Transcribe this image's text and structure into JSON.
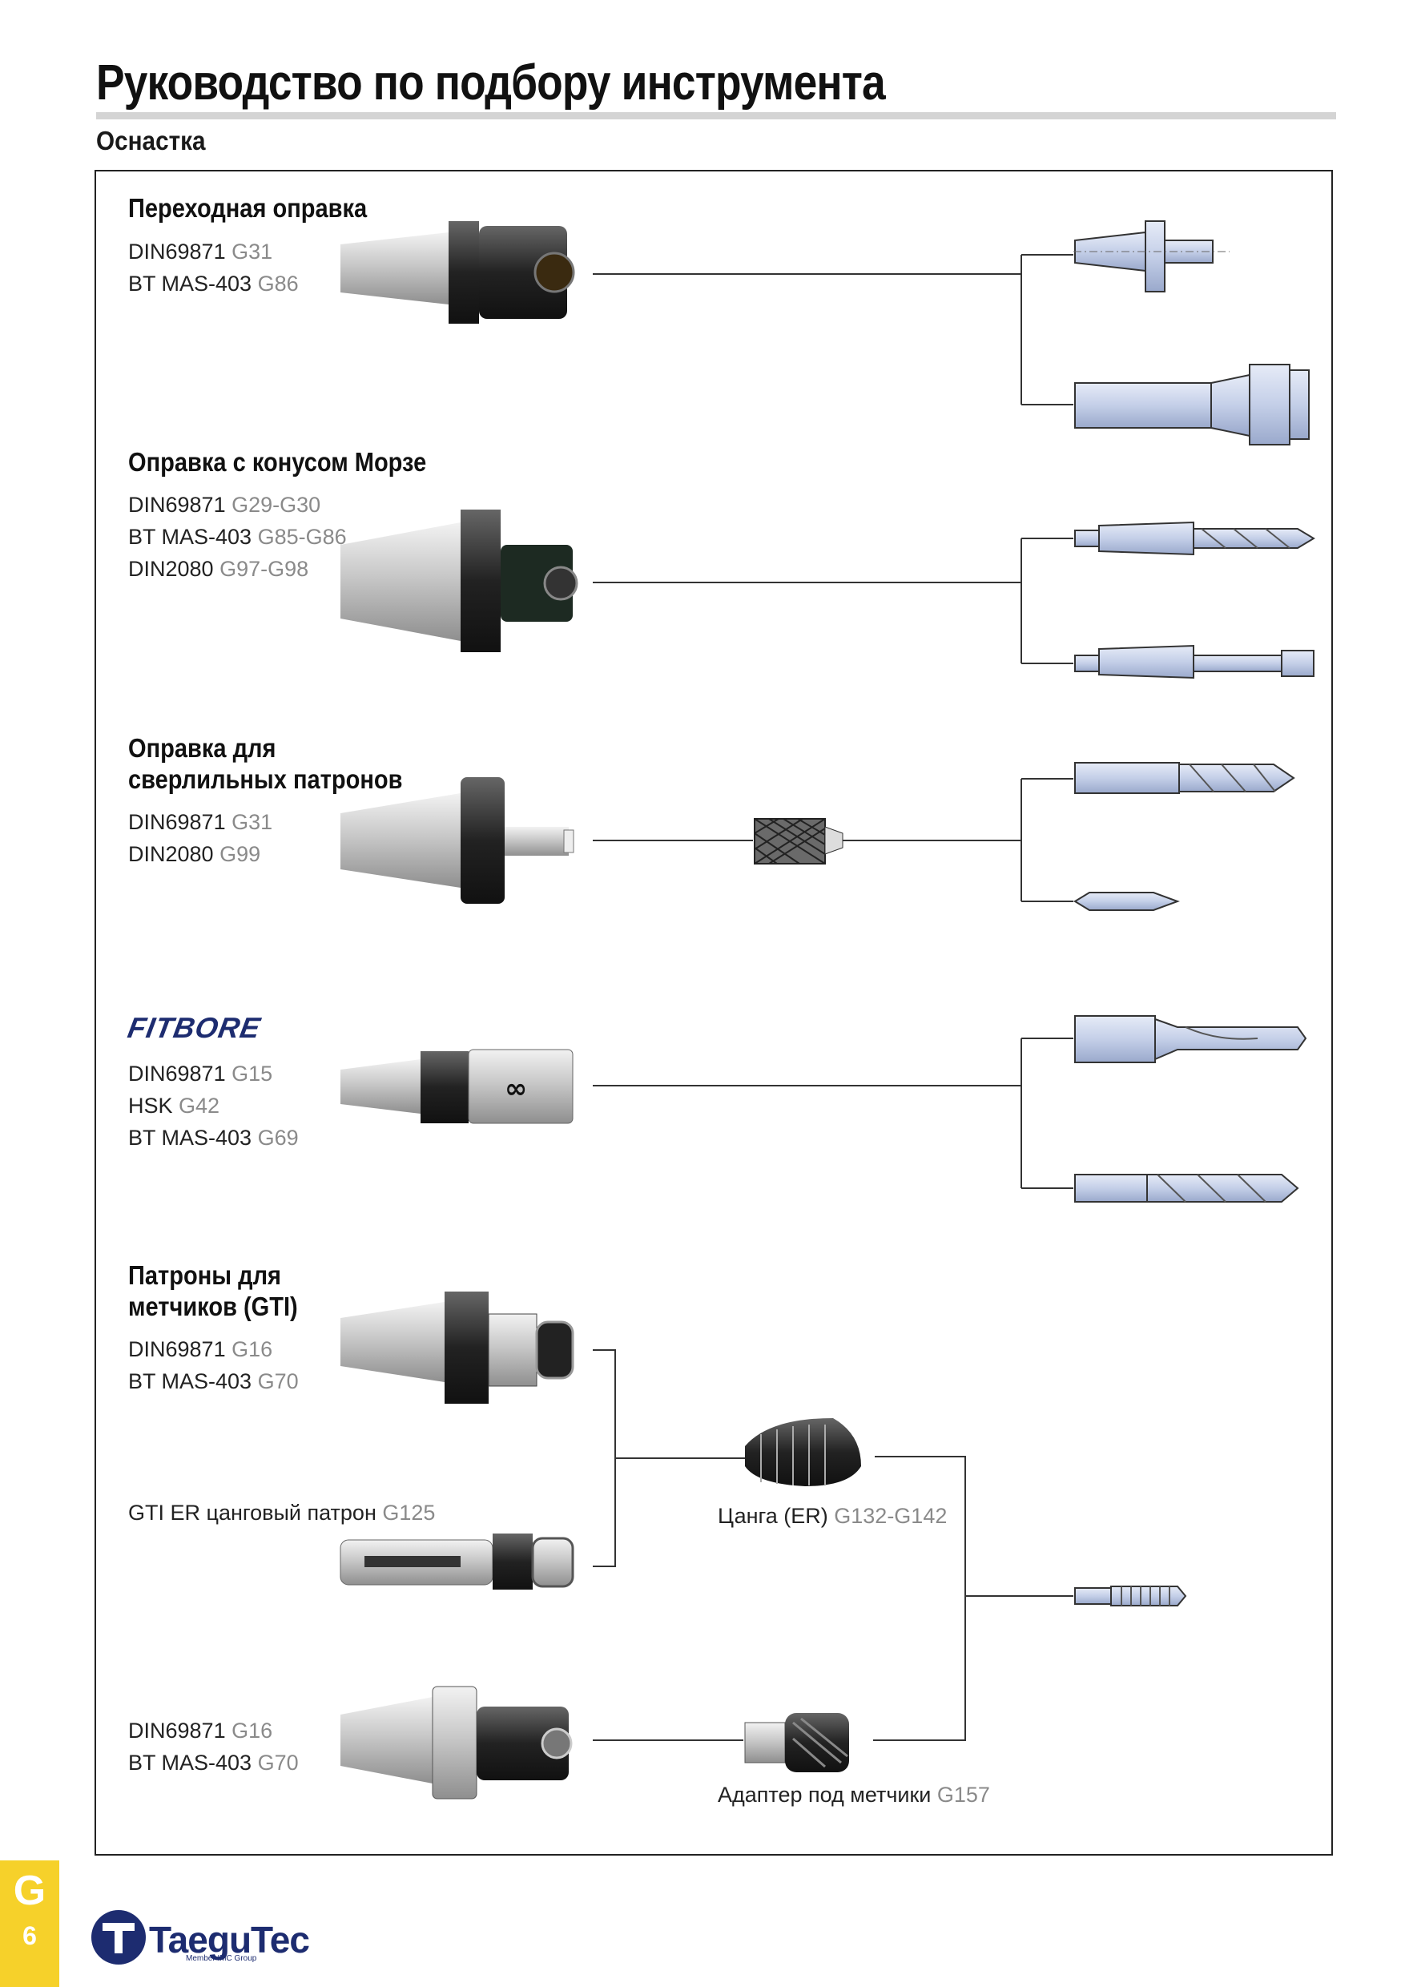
{
  "header": {
    "title": "Руководство по подбору инструмента",
    "subtitle": "Оснастка"
  },
  "sections": [
    {
      "title_lines": [
        "Переходная оправка"
      ],
      "refs": [
        {
          "std": "DIN69871 ",
          "page": "G31"
        },
        {
          "std": "BT MAS-403 ",
          "page": "G86"
        }
      ]
    },
    {
      "title_lines": [
        "Оправка с конусом Морзе"
      ],
      "refs": [
        {
          "std": "DIN69871 ",
          "page": "G29-G30"
        },
        {
          "std": "BT MAS-403 ",
          "page": "G85-G86"
        },
        {
          "std": "DIN2080 ",
          "page": "G97-G98"
        }
      ]
    },
    {
      "title_lines": [
        "Оправка для",
        "сверлильных патронов"
      ],
      "refs": [
        {
          "std": "DIN69871 ",
          "page": "G31"
        },
        {
          "std": "DIN2080 ",
          "page": "G99"
        }
      ]
    },
    {
      "logo_text": "FITBORE",
      "refs": [
        {
          "std": "DIN69871 ",
          "page": "G15"
        },
        {
          "std": "HSK ",
          "page": "G42"
        },
        {
          "std": "BT MAS-403 ",
          "page": "G69"
        }
      ]
    },
    {
      "title_lines": [
        "Патроны для",
        "метчиков (GTI)"
      ],
      "refs": [
        {
          "std": "DIN69871 ",
          "page": "G16"
        },
        {
          "std": "BT MAS-403 ",
          "page": "G70"
        }
      ]
    }
  ],
  "gti_er": {
    "label": "GTI ER цанговый патрон ",
    "page": "G125"
  },
  "gti_lower_refs": [
    {
      "std": "DIN69871 ",
      "page": "G16"
    },
    {
      "std": "BT MAS-403 ",
      "page": "G70"
    }
  ],
  "collet": {
    "label": "Цанга (ER) ",
    "page": "G132-G142"
  },
  "tap_adapter": {
    "label": "Адаптер под метчики ",
    "page": "G157"
  },
  "page_tab": {
    "letter": "G",
    "number": "6"
  },
  "footer": {
    "brand": "TaeguTec",
    "brand_sub": "Member IMC Group"
  },
  "colors": {
    "tab": "#f6d12a",
    "brand": "#1d2c70",
    "page_ref": "#8a8a8a",
    "tool_fill": "#c9d3ea"
  }
}
